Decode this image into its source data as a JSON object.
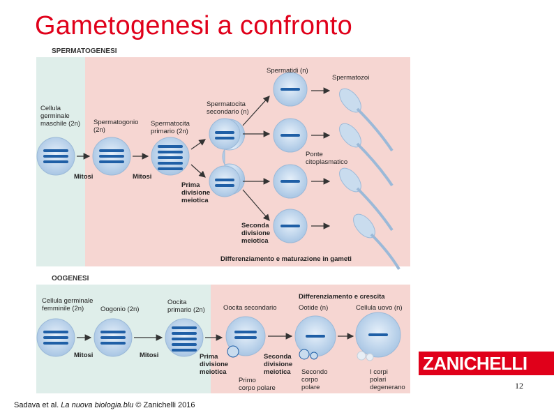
{
  "title": "Gametogenesi a confronto",
  "spermatogenesi": {
    "section_title": "SPERMATOGENESI",
    "cellula_germinale": "Cellula\ngerminale\nmaschile (2n)",
    "spermatogonio": "Spermatogonio\n(2n)",
    "spermatocita_primario": "Spermatocita\nprimario (2n)",
    "spermatocita_secondario": "Spermatocita\nsecondario (n)",
    "spermatidi": "Spermatidi (n)",
    "spermatozoi": "Spermatozoi",
    "ponte": "Ponte\ncitoplasmatico",
    "mitosi_1": "Mitosi",
    "mitosi_2": "Mitosi",
    "prima_divisione": "Prima\ndivisione\nmeiotica",
    "seconda_divisione": "Seconda\ndivisione\nmeiotica",
    "differenziamento": "Differenziamento e maturazione in gameti"
  },
  "oogenesi": {
    "section_title": "OOGENESI",
    "cellula_germinale": "Cellula germinale\nfemminile (2n)",
    "oogonio": "Oogonio (2n)",
    "oocita_primario": "Oocita\nprimario (2n)",
    "oocita_secondario": "Oocita secondario",
    "ootide": "Ootide (n)",
    "cellula_uovo": "Cellula uovo (n)",
    "differenziamento": "Differenziamento e crescita",
    "mitosi_1": "Mitosi",
    "mitosi_2": "Mitosi",
    "prima_divisione": "Prima\ndivisione\nmeiotica",
    "seconda_divisione": "Seconda\ndivisione\nmeiotica",
    "primo_corpo": "Primo\ncorpo polare",
    "secondo_corpo": "Secondo\ncorpo\npolare",
    "corpi_polari": "I corpi\npolari\ndegenerano"
  },
  "logo": "ZANICHELLI",
  "page_number": "12",
  "credit": {
    "authors": "Sadava et al. ",
    "book": "La nuova biologia.blu",
    "rest": " © Zanichelli 2016"
  },
  "colors": {
    "title": "#e0001a",
    "green_bg": "#dfeeea",
    "pink_bg": "#f6d6d2",
    "cell": "#c9dcee",
    "chromosome": "#1f5fa6",
    "logo_bg": "#e0001a"
  }
}
